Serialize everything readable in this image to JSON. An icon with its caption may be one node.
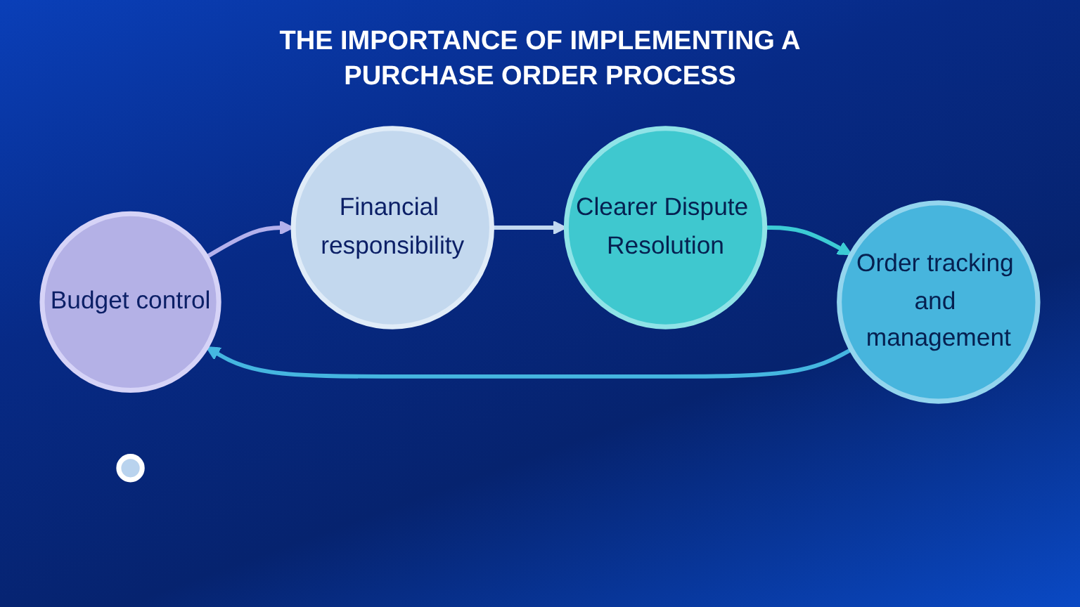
{
  "diagram": {
    "title": "THE IMPORTANCE OF IMPLEMENTING A PURCHASE ORDER PROCESS",
    "nodes": [
      {
        "text": [
          "Budget control"
        ]
      },
      {
        "text": [
          "Financial responsibility"
        ]
      },
      {
        "text": [
          "Clearer Dispute Resolution"
        ]
      },
      {
        "text": [
          "Order tracking and management"
        ]
      },
      {
        "text": [],
        "shape": "circle"
      }
    ],
    "edges": [
      {
        "from": 0,
        "to": 1,
        "arrow": "to",
        "color": "#b3b0ec"
      },
      {
        "from": 1,
        "to": 2,
        "arrow": "to",
        "color": "#c2d8f0"
      },
      {
        "from": 2,
        "to": 3,
        "arrow": "to",
        "color": "#3ccbd4"
      },
      {
        "from": 3,
        "to": 0,
        "arrow": "to",
        "color": "#45b6e0"
      }
    ]
  }
}
